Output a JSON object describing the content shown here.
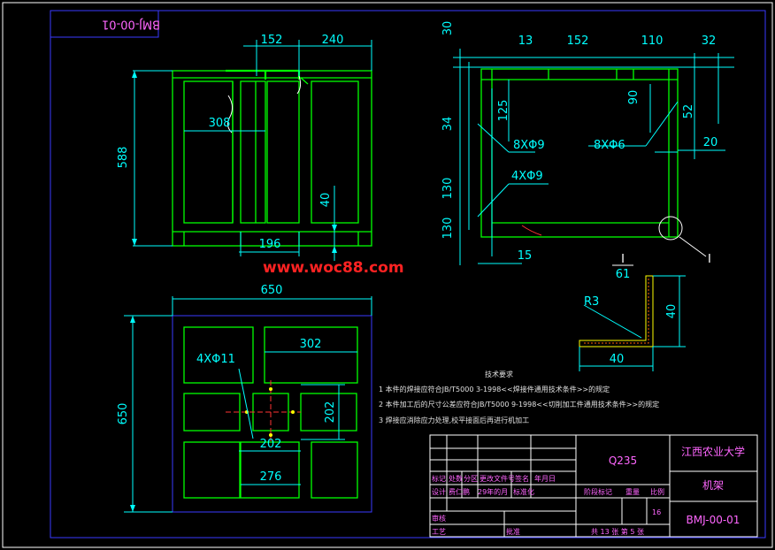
{
  "drawing_code_mirrored": "BMJ-00-01",
  "watermark": "www.woc88.com",
  "front_view": {
    "dim_top_1": "152",
    "dim_top_2": "240",
    "dim_height": "588",
    "dim_inner_width": "308",
    "dim_bottom": "196",
    "dim_foot": "40"
  },
  "side_view": {
    "dim_top_1": "13",
    "dim_top_2": "152",
    "dim_top_3": "110",
    "dim_top_4": "32",
    "dim_left_1": "30",
    "dim_left_2": "34",
    "dim_left_3": "130",
    "dim_left_4": "130",
    "dim_inner_1": "125",
    "dim_inner_2": "90",
    "dim_right_1": "52",
    "dim_right_2": "20",
    "dim_bottom": "15",
    "callout_1": "8XΦ9",
    "callout_2": "8XΦ6",
    "callout_3": "4XΦ9",
    "detail_tag": "I"
  },
  "detail": {
    "label": "I",
    "scale": "61",
    "radius": "R3",
    "dim_height": "40",
    "dim_width": "40"
  },
  "top_view": {
    "dim_width": "650",
    "dim_height": "650",
    "dim_302": "302",
    "dim_202_v": "202",
    "dim_202_h": "202",
    "dim_276": "276",
    "callout": "4XΦ11"
  },
  "tech_notes": {
    "title": "技术要求",
    "lines": [
      "1  本件的焊接应符合JB/T5000 3-1998<<焊接件通用技术条件>>的规定",
      "2  本件加工后的尺寸公差应符合JB/T5000 9-1998<<切削加工件通用技术条件>>的规定",
      "3  焊接应消除应力处理,校平接面后再进行机加工"
    ]
  },
  "title_block": {
    "material": "Q235",
    "school": "江西农业大学",
    "part_name": "机架",
    "drawing_no": "BMJ-00-01",
    "scale_value": "16",
    "row1": [
      "标记",
      "处数",
      "分区",
      "更改文件号",
      "签名",
      "年月日"
    ],
    "row2": [
      "设计",
      "费仁鹏",
      "29年的月",
      "标准化"
    ],
    "stage_label": "阶段标记",
    "weight_label": "重量",
    "scale_label": "比例",
    "review": "审核",
    "process": "工艺",
    "approve": "批准",
    "sheets": "共 13 张 第 5 张"
  }
}
